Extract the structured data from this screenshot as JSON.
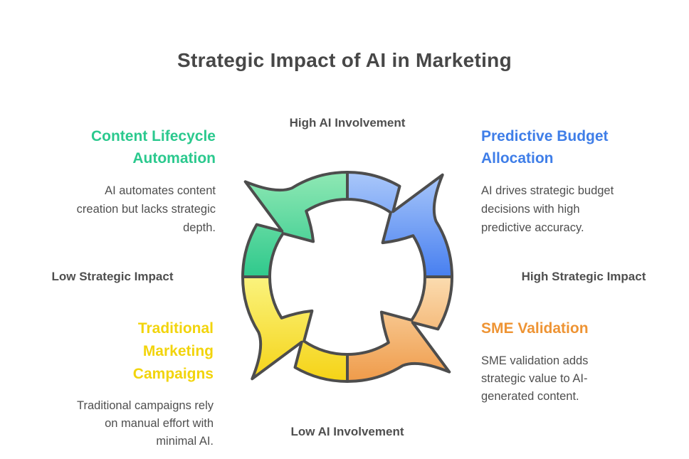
{
  "title": "Strategic Impact of AI in Marketing",
  "axis_labels": {
    "top": "High AI Involvement",
    "bottom": "Low AI Involvement",
    "left": "Low Strategic Impact",
    "right": "High Strategic Impact"
  },
  "diagram": {
    "type": "circular-cycle-arrows",
    "direction": "clockwise",
    "outline_color": "#4d4d4d"
  },
  "quadrants": {
    "top_left": {
      "heading": "Content Lifecycle Automation",
      "heading_lines": [
        "Content Lifecycle",
        "Automation"
      ],
      "description": "AI automates content creation but lacks strategic depth.",
      "description_lines": [
        "AI automates content",
        "creation but lacks strategic",
        "depth."
      ],
      "heading_color": "#2bc98e",
      "arc_gradient": [
        "#8fe8b4",
        "#2fc98c"
      ]
    },
    "top_right": {
      "heading": "Predictive Budget Allocation",
      "heading_lines": [
        "Predictive Budget",
        "Allocation"
      ],
      "description": "AI drives strategic budget decisions with high predictive accuracy.",
      "description_lines": [
        "AI drives strategic budget",
        "decisions with high",
        "predictive accuracy."
      ],
      "heading_color": "#3f7ee8",
      "arc_gradient": [
        "#aac8fa",
        "#477ff0"
      ]
    },
    "bottom_left": {
      "heading": "Traditional Marketing Campaigns",
      "heading_lines": [
        "Traditional",
        "Marketing",
        "Campaigns"
      ],
      "description": "Traditional campaigns rely on manual effort with minimal AI.",
      "description_lines": [
        "Traditional campaigns rely",
        "on manual effort with",
        "minimal AI."
      ],
      "heading_color": "#f2d40c",
      "arc_gradient": [
        "#faf37e",
        "#f5d316"
      ]
    },
    "bottom_right": {
      "heading": "SME Validation",
      "heading_lines": [
        "SME Validation"
      ],
      "description": "SME validation adds strategic value to AI-generated content.",
      "description_lines": [
        "SME validation adds",
        "strategic value to AI-",
        "generated content."
      ],
      "heading_color": "#ee9434",
      "arc_gradient": [
        "#fbdcb0",
        "#ef9b4a"
      ]
    }
  }
}
